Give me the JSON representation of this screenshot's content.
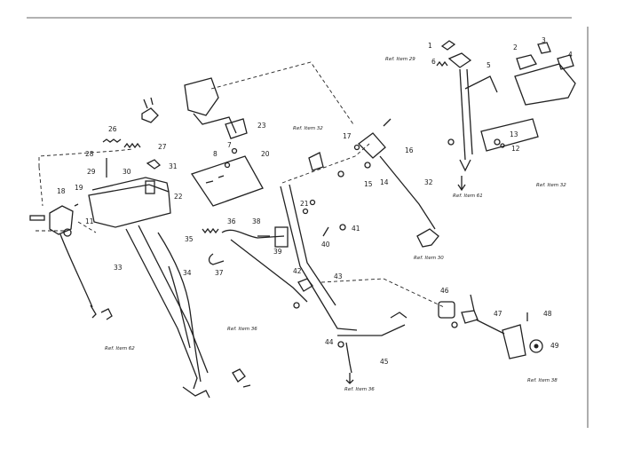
{
  "diagram": {
    "callouts": [
      {
        "id": "c1",
        "text": "1"
      },
      {
        "id": "c2",
        "text": "2"
      },
      {
        "id": "c3",
        "text": "3"
      },
      {
        "id": "c4",
        "text": "4"
      },
      {
        "id": "c5",
        "text": "5"
      },
      {
        "id": "c6",
        "text": "6"
      },
      {
        "id": "c7",
        "text": "7"
      },
      {
        "id": "c8",
        "text": "8"
      },
      {
        "id": "c11",
        "text": "11"
      },
      {
        "id": "c12",
        "text": "12"
      },
      {
        "id": "c13",
        "text": "13"
      },
      {
        "id": "c14",
        "text": "14"
      },
      {
        "id": "c15",
        "text": "15"
      },
      {
        "id": "c16",
        "text": "16"
      },
      {
        "id": "c17",
        "text": "17"
      },
      {
        "id": "c18",
        "text": "18"
      },
      {
        "id": "c19",
        "text": "19"
      },
      {
        "id": "c20",
        "text": "20"
      },
      {
        "id": "c21",
        "text": "21"
      },
      {
        "id": "c22",
        "text": "22"
      },
      {
        "id": "c23",
        "text": "23"
      },
      {
        "id": "c26",
        "text": "26"
      },
      {
        "id": "c27",
        "text": "27"
      },
      {
        "id": "c28",
        "text": "28"
      },
      {
        "id": "c29",
        "text": "29"
      },
      {
        "id": "c30",
        "text": "30"
      },
      {
        "id": "c31",
        "text": "31"
      },
      {
        "id": "c32",
        "text": "32"
      },
      {
        "id": "c33",
        "text": "33"
      },
      {
        "id": "c34",
        "text": "34"
      },
      {
        "id": "c35",
        "text": "35"
      },
      {
        "id": "c36",
        "text": "36"
      },
      {
        "id": "c37",
        "text": "37"
      },
      {
        "id": "c38",
        "text": "38"
      },
      {
        "id": "c39",
        "text": "39"
      },
      {
        "id": "c40",
        "text": "40"
      },
      {
        "id": "c41",
        "text": "41"
      },
      {
        "id": "c42",
        "text": "42"
      },
      {
        "id": "c43",
        "text": "43"
      },
      {
        "id": "c44",
        "text": "44"
      },
      {
        "id": "c45",
        "text": "45"
      },
      {
        "id": "c46",
        "text": "46"
      },
      {
        "id": "c47",
        "text": "47"
      },
      {
        "id": "c48",
        "text": "48"
      },
      {
        "id": "c49",
        "text": "49"
      }
    ],
    "references": [
      {
        "id": "r1",
        "text": "Ref. Item 29"
      },
      {
        "id": "r2",
        "text": "Ref. Item 32"
      },
      {
        "id": "r3",
        "text": "Ref. Item 32"
      },
      {
        "id": "r4",
        "text": "Ref. Item 61"
      },
      {
        "id": "r5",
        "text": "Ref. Item 30"
      },
      {
        "id": "r6",
        "text": "Ref. Item 62"
      },
      {
        "id": "r7",
        "text": "Ref. Item 36"
      },
      {
        "id": "r8",
        "text": "Ref. Item 36"
      },
      {
        "id": "r9",
        "text": "Ref. Item 38"
      }
    ]
  }
}
